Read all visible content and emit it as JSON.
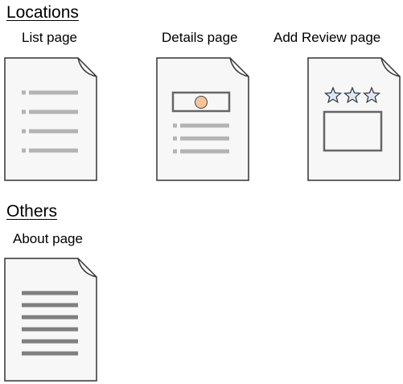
{
  "sections": {
    "locations": {
      "title": "Locations",
      "pages": [
        {
          "label": "List page",
          "icon": "list-page-icon"
        },
        {
          "label": "Details page",
          "icon": "details-page-icon"
        },
        {
          "label": "Add Review page",
          "icon": "add-review-page-icon"
        }
      ]
    },
    "others": {
      "title": "Others",
      "pages": [
        {
          "label": "About page",
          "icon": "about-page-icon"
        }
      ]
    }
  },
  "colors": {
    "outline": "#333333",
    "page_fill": "#f7f7f7",
    "line_light": "#b3b3b3",
    "line_dark": "#7f7f7f",
    "frame": "#666666",
    "photo_fill": "#f5c49a",
    "star_fill": "#dfe8f0"
  }
}
